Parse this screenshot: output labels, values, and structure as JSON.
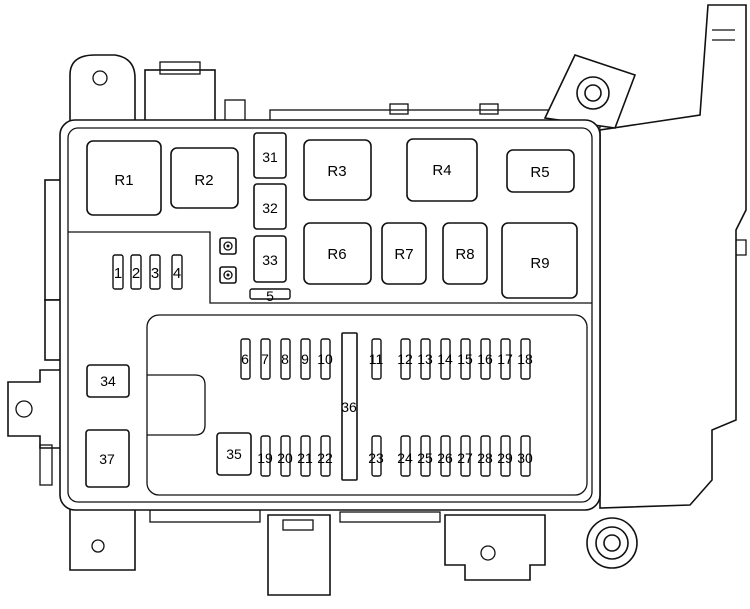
{
  "relays": [
    {
      "id": "R1",
      "label": "R1"
    },
    {
      "id": "R2",
      "label": "R2"
    },
    {
      "id": "R3",
      "label": "R3"
    },
    {
      "id": "R4",
      "label": "R4"
    },
    {
      "id": "R5",
      "label": "R5"
    },
    {
      "id": "R6",
      "label": "R6"
    },
    {
      "id": "R7",
      "label": "R7"
    },
    {
      "id": "R8",
      "label": "R8"
    },
    {
      "id": "R9",
      "label": "R9"
    }
  ],
  "fuses": {
    "f1": "1",
    "f2": "2",
    "f3": "3",
    "f4": "4",
    "f5": "5",
    "f6": "6",
    "f7": "7",
    "f8": "8",
    "f9": "9",
    "f10": "10",
    "f11": "11",
    "f12": "12",
    "f13": "13",
    "f14": "14",
    "f15": "15",
    "f16": "16",
    "f17": "17",
    "f18": "18",
    "f19": "19",
    "f20": "20",
    "f21": "21",
    "f22": "22",
    "f23": "23",
    "f24": "24",
    "f25": "25",
    "f26": "26",
    "f27": "27",
    "f28": "28",
    "f29": "29",
    "f30": "30",
    "f31": "31",
    "f32": "32",
    "f33": "33",
    "f34": "34",
    "f35": "35",
    "f36": "36",
    "f37": "37"
  }
}
